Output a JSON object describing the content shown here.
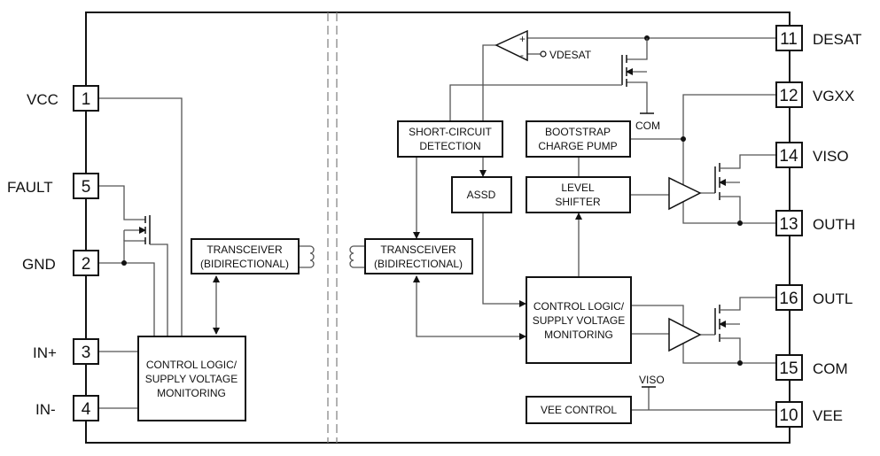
{
  "left_pins": [
    {
      "number": "1",
      "label": "VCC"
    },
    {
      "number": "5",
      "label": "FAULT"
    },
    {
      "number": "2",
      "label": "GND"
    },
    {
      "number": "3",
      "label": "IN+"
    },
    {
      "number": "4",
      "label": "IN-"
    }
  ],
  "right_pins": [
    {
      "number": "11",
      "label": "DESAT"
    },
    {
      "number": "12",
      "label": "VGXX"
    },
    {
      "number": "14",
      "label": "VISO"
    },
    {
      "number": "13",
      "label": "OUTH"
    },
    {
      "number": "16",
      "label": "OUTL"
    },
    {
      "number": "15",
      "label": "COM"
    },
    {
      "number": "10",
      "label": "VEE"
    }
  ],
  "blocks": {
    "transceiver_left": [
      "TRANSCEIVER",
      "(BIDIRECTIONAL)"
    ],
    "control_left": [
      "CONTROL LOGIC/",
      "SUPPLY VOLTAGE",
      "MONITORING"
    ],
    "transceiver_right": [
      "TRANSCEIVER",
      "(BIDIRECTIONAL)"
    ],
    "short_circuit": [
      "SHORT-CIRCUIT",
      "DETECTION"
    ],
    "assd": "ASSD",
    "bootstrap": [
      "BOOTSTRAP",
      "CHARGE PUMP"
    ],
    "level_shifter": [
      "LEVEL",
      "SHIFTER"
    ],
    "control_right": [
      "CONTROL LOGIC/",
      "SUPPLY VOLTAGE",
      "MONITORING"
    ],
    "vee_control": "VEE CONTROL"
  },
  "annotations": {
    "vdesat": "VDESAT",
    "com": "COM",
    "viso": "VISO",
    "comp_plus": "+",
    "comp_minus": "-"
  }
}
